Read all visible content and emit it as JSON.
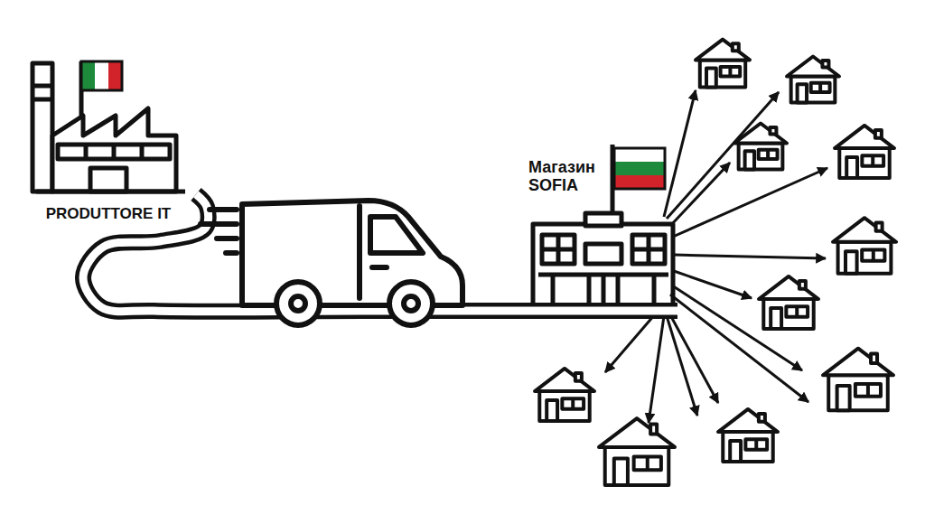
{
  "diagram": {
    "nodes": [
      {
        "text": [
          "PRODUTTORE IT"
        ]
      },
      {
        "text": [
          "Магазин SOFIA"
        ]
      }
    ],
    "edges": [
      {
        "from": 0,
        "to": 1,
        "arrow": "none"
      }
    ]
  }
}
